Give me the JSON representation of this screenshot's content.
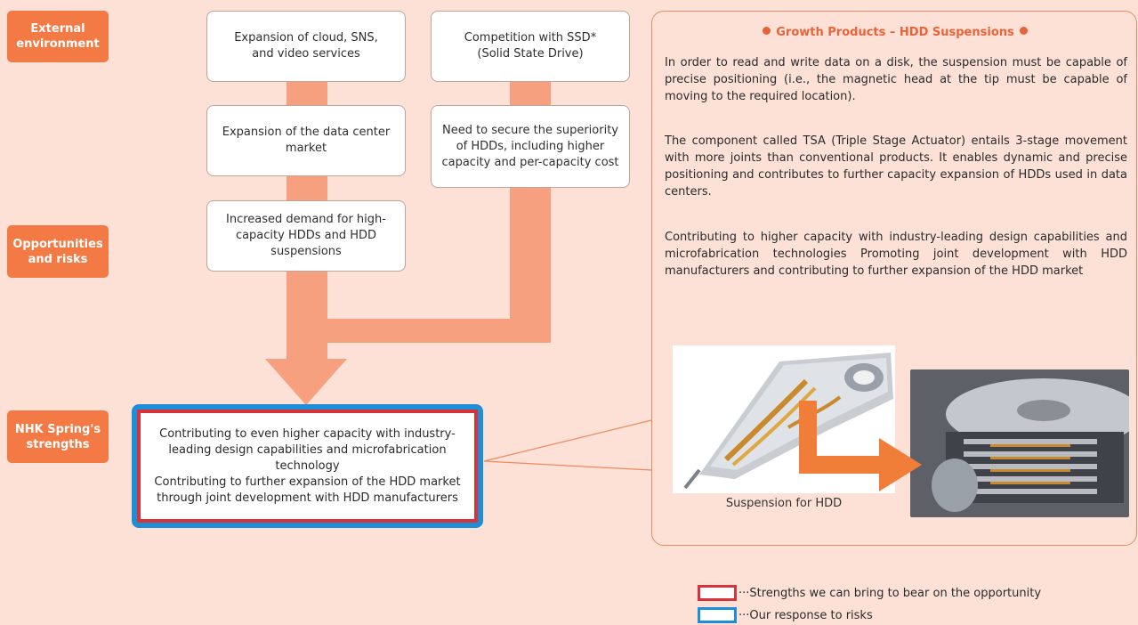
{
  "categories": {
    "external": "External\nenvironment",
    "opportunities": "Opportunities\nand risks",
    "strengths": "NHK Spring's\nstrengths"
  },
  "flow": {
    "left": [
      "Expansion of cloud, SNS,\nand video services",
      "Expansion of the data center\nmarket",
      "Increased demand for high-\ncapacity HDDs and HDD\nsuspensions"
    ],
    "right": [
      "Competition with SSD*\n(Solid State Drive)",
      "Need to secure the superiority\nof HDDs, including higher\ncapacity and per-capacity cost"
    ],
    "strengths": "Contributing to even higher capacity with industry-\nleading design capabilities and microfabrication\ntechnology\nContributing to further expansion of the HDD market\nthrough joint development with HDD manufacturers"
  },
  "panel": {
    "title": "Growth Products – HDD Suspensions",
    "paragraphs": [
      "In order to read and write data on a disk, the suspension must be capable of precise positioning (i.e., the magnetic head at the tip must be capable of moving to the required location).",
      "The component called TSA (Triple Stage Actuator) entails 3-stage movement with more joints than conventional products. It enables dynamic and precise positioning and contributes to further capacity expansion of HDDs used in data centers.",
      "Contributing to higher capacity with industry-leading design capabilities and microfabrication technologies Promoting joint development with HDD manufacturers and contributing to further expansion of the HDD market"
    ],
    "caption": "Suspension for HDD"
  },
  "legend": {
    "strengths": "···Strengths we can bring to bear on the opportunity",
    "risks": "···Our response to risks"
  },
  "colors": {
    "accent_orange": "#f37a44",
    "arrow": "#f6a07f",
    "strength_red": "#d6333a",
    "risk_blue": "#1e8fd6",
    "background": "#fde1d7"
  }
}
